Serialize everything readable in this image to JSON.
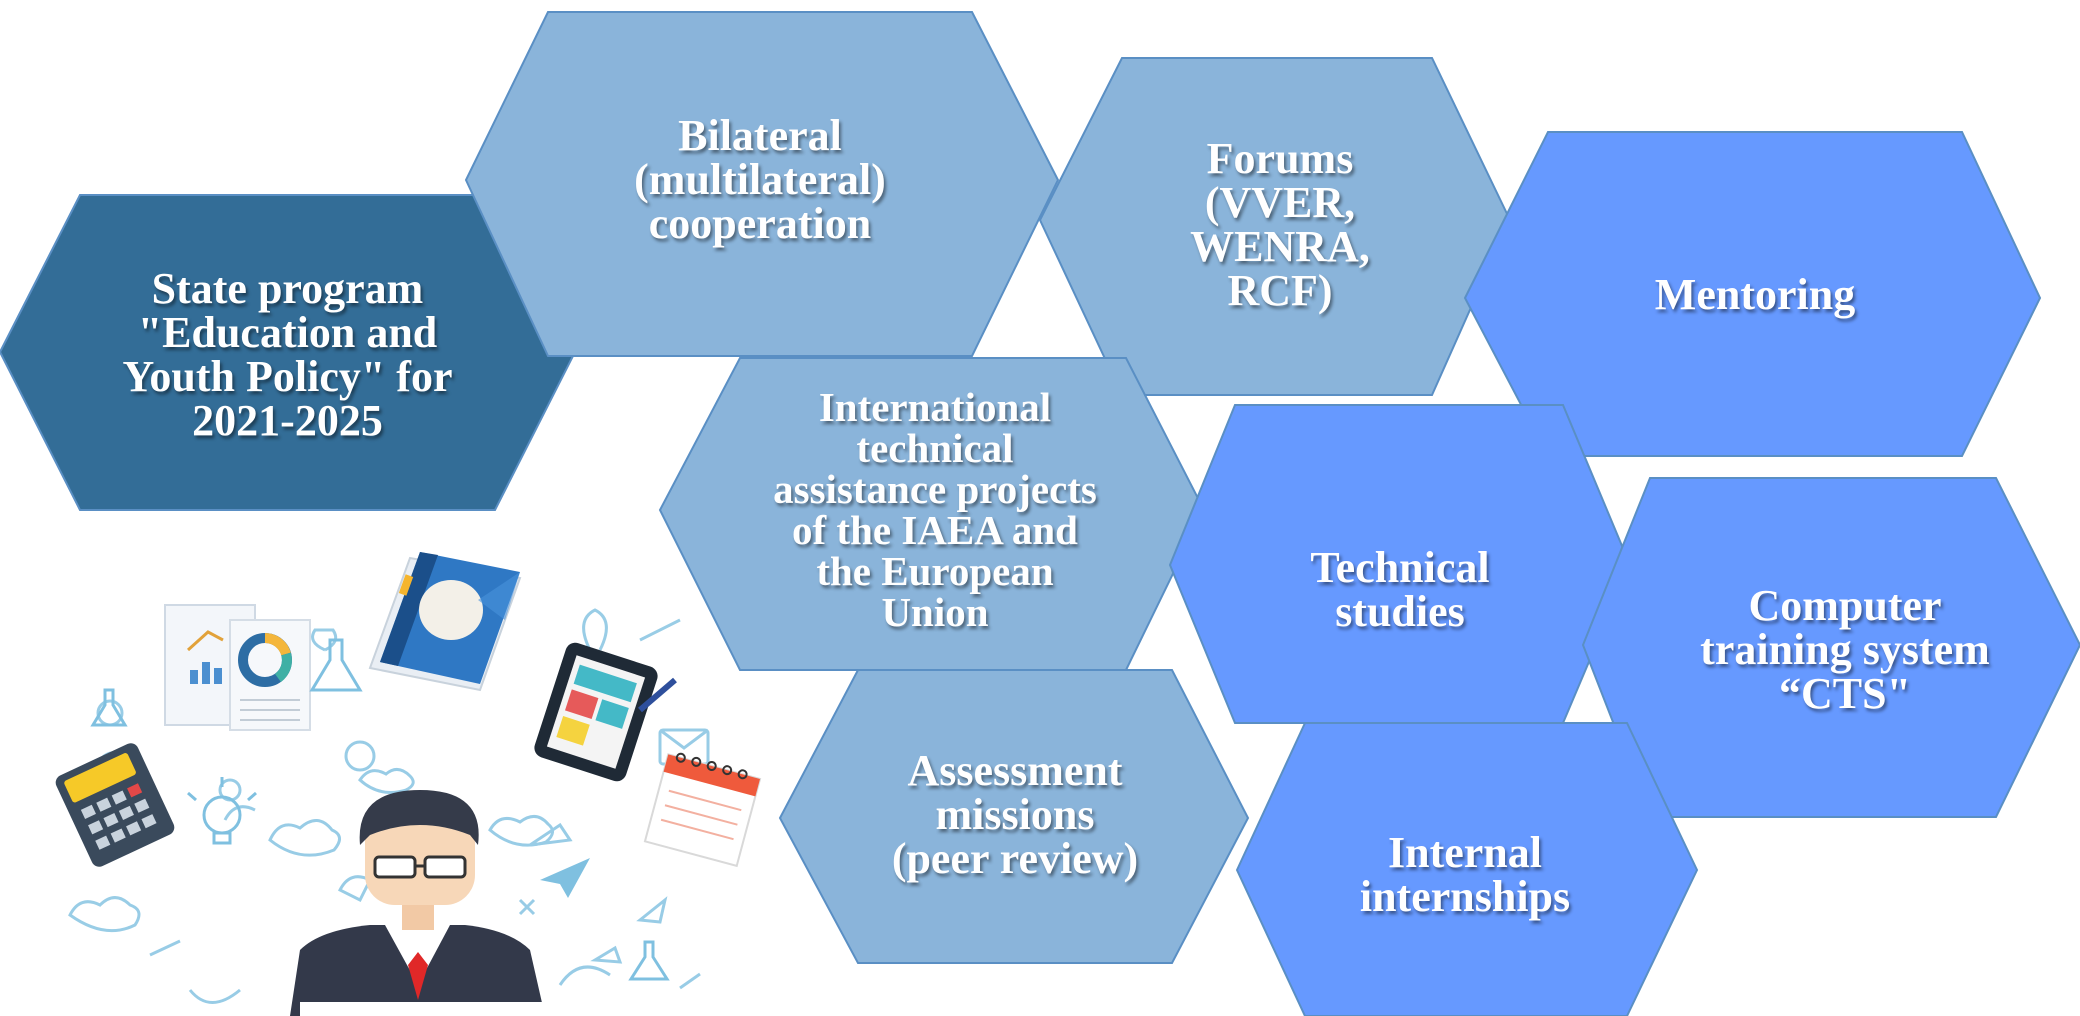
{
  "colors": {
    "dark": "#336d97",
    "light": "#8ab4da",
    "bright": "#6699ff",
    "stroke": "#5a8fc4"
  },
  "hexagons": [
    {
      "key": "state_program",
      "text": "State program\n\"Education and\nYouth Policy\" for\n2021-2025",
      "tone": "dark"
    },
    {
      "key": "bilateral",
      "text": "Bilateral\n(multilateral)\ncooperation",
      "tone": "light"
    },
    {
      "key": "forums",
      "text": "Forums\n(VVER,\nWENRA,\nRCF)",
      "tone": "light"
    },
    {
      "key": "mentoring",
      "text": "Mentoring",
      "tone": "bright"
    },
    {
      "key": "itap",
      "text": "International\ntechnical\nassistance projects\nof the IAEA and\nthe European\nUnion",
      "tone": "light"
    },
    {
      "key": "technical_studies",
      "text": "Technical\nstudies",
      "tone": "bright"
    },
    {
      "key": "cts",
      "text": "Computer\ntraining system\n“CTS\"",
      "tone": "bright"
    },
    {
      "key": "assessment",
      "text": "Assessment\nmissions\n(peer review)",
      "tone": "light"
    },
    {
      "key": "internships",
      "text": "Internal\ninternships",
      "tone": "bright"
    }
  ],
  "illustration": {
    "subject": "person-with-education-doodles",
    "icons": [
      "book-icon",
      "calculator-icon",
      "tablet-icon",
      "notepad-icon",
      "chart-icon",
      "lightbulb-icon",
      "flask-icon",
      "paper-plane-icon"
    ]
  }
}
